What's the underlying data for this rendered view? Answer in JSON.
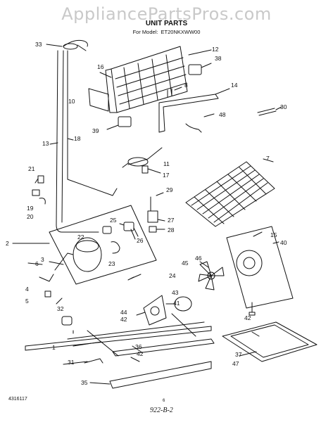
{
  "watermark": "AppliancePartsPros.com",
  "title": "UNIT PARTS",
  "model_prefix": "For Model:",
  "model_number": "ET20NKXWW00",
  "footer": {
    "doc_number": "4316117",
    "page_mark": "6",
    "signature": "922-B-2"
  },
  "callouts": [
    "33",
    "12",
    "38",
    "16",
    "8",
    "14",
    "10",
    "30",
    "48",
    "39",
    "13",
    "18",
    "11",
    "17",
    "7",
    "21",
    "29",
    "19",
    "20",
    "27",
    "28",
    "25",
    "22",
    "26",
    "15",
    "2",
    "40",
    "3",
    "23",
    "6",
    "46",
    "45",
    "4",
    "24",
    "43",
    "41",
    "5",
    "32",
    "44",
    "42",
    "42",
    "36",
    "42",
    "31",
    "37",
    "1",
    "47",
    "35"
  ]
}
